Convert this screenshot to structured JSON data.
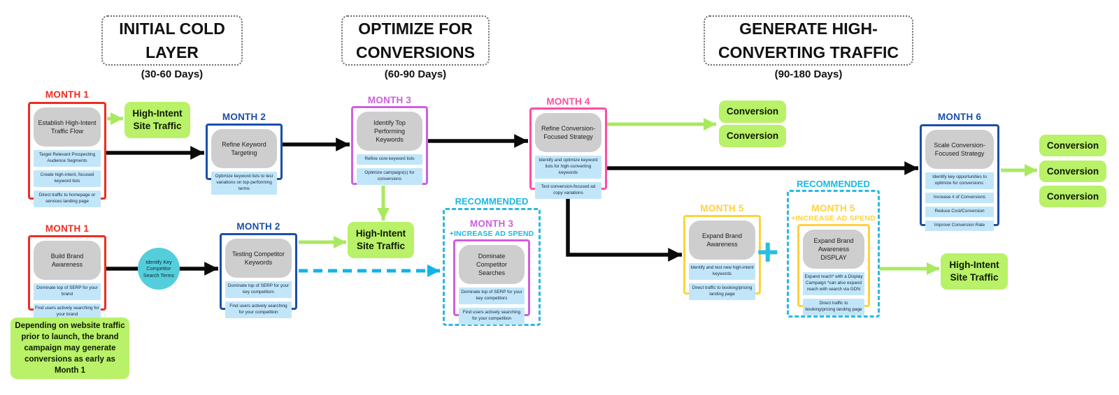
{
  "phases": [
    {
      "title": "INITIAL COLD LAYER",
      "subtitle": "(30-60 Days)"
    },
    {
      "title": "OPTIMIZE FOR CONVERSIONS",
      "subtitle": "(60-90 Days)"
    },
    {
      "title": "GENERATE HIGH-CONVERTING TRAFFIC",
      "subtitle": "(90-180 Days)"
    }
  ],
  "cards": {
    "m1_top": {
      "label": "MONTH 1",
      "title": "Establish High-Intent Traffic Flow",
      "tasks": [
        "Target Relevant Prospecting Audience Segments",
        "Create high-intent, focused keyword lists",
        "Direct traffic to homepage or services landing page"
      ]
    },
    "m2_top": {
      "label": "MONTH 2",
      "title": "Refine Keyword Targeting",
      "tasks": [
        "Optimize keyword lists to test variations on top-performing terms"
      ]
    },
    "m3_top": {
      "label": "MONTH 3",
      "title": "Identify Top Performing Keywords",
      "tasks": [
        "Refine core keyword lists",
        "Optimize campaign(s) for conversions"
      ]
    },
    "m4": {
      "label": "MONTH 4",
      "title": "Refine Conversion-Focused Strategy",
      "tasks": [
        "Identify and optimize keyword lists for high-converting keywords",
        "Test conversion-focused ad copy variations"
      ]
    },
    "m6": {
      "label": "MONTH 6",
      "title": "Scale Conversion-Focused Strategy",
      "tasks": [
        "Identify key opportunities to optimize for conversions:",
        "Increase # of Conversions",
        "Reduce Cost/Conversion",
        "Improve Conversion Rate"
      ]
    },
    "m1_bottom": {
      "label": "MONTH 1",
      "title": "Build Brand Awareness",
      "tasks": [
        "Dominate top of SERP for your brand",
        "Find users actively searching for your brand"
      ]
    },
    "m2_bottom": {
      "label": "MONTH 2",
      "title": "Testing Competitor Keywords",
      "tasks": [
        "Dominate top of SERP for your key competitors",
        "Find users actively searching for your competition"
      ]
    },
    "m3_rec": {
      "banner": "RECOMMENDED",
      "label": "MONTH 3",
      "sublabel": "+INCREASE AD SPEND",
      "title": "Dominate Competitor Searches",
      "tasks": [
        "Dominate top of SERP for your key competitors",
        "Find users actively searching for your competition"
      ]
    },
    "m5": {
      "label": "MONTH 5",
      "title": "Expand Brand Awareness",
      "tasks": [
        "Identify and test new high-intent keywords",
        "Direct traffic to booking/pricing landing page"
      ]
    },
    "m5_rec": {
      "banner": "RECOMMENDED",
      "label": "MONTH 5",
      "sublabel": "+INCREASE AD SPEND",
      "title": "Expand Brand Awareness DISPLAY",
      "tasks": [
        "Expand reach* with a Display Campaign *can also expand reach with search via GDN",
        "Direct traffic to booking/pricing landing page"
      ]
    }
  },
  "outcomes": {
    "high_intent_1": "High-Intent Site Traffic",
    "high_intent_2": "High-Intent Site Traffic",
    "high_intent_3": "High-Intent Site Traffic",
    "conversion_1": "Conversion",
    "conversion_2": "Conversion",
    "conversion_3": "Conversion",
    "conversion_4": "Conversion",
    "conversion_5": "Conversion"
  },
  "connector_circle": {
    "text": "Identify Key Competitor Search Terms"
  },
  "plus_sign": "+",
  "note": "Depending on website traffic prior to launch, the brand campaign may generate conversions as early as Month 1",
  "colors": {
    "month1_red": "#ee2d1f",
    "month2_blue": "#1b4faa",
    "month3_violet": "#ce5fe0",
    "month4_pink": "#ff4da3",
    "month5_yellow": "#ffd23c",
    "month6_blue": "#1b4faa",
    "recommended_cyan": "#1ab8e2",
    "outcome_green": "#b9f168",
    "green_arrow": "#a9e95f",
    "dashed_arrow_cyan": "#10b4e8",
    "task_blue": "#c2e6f9",
    "title_gray": "#cecece",
    "arrow_black": "#0a0a0a"
  }
}
